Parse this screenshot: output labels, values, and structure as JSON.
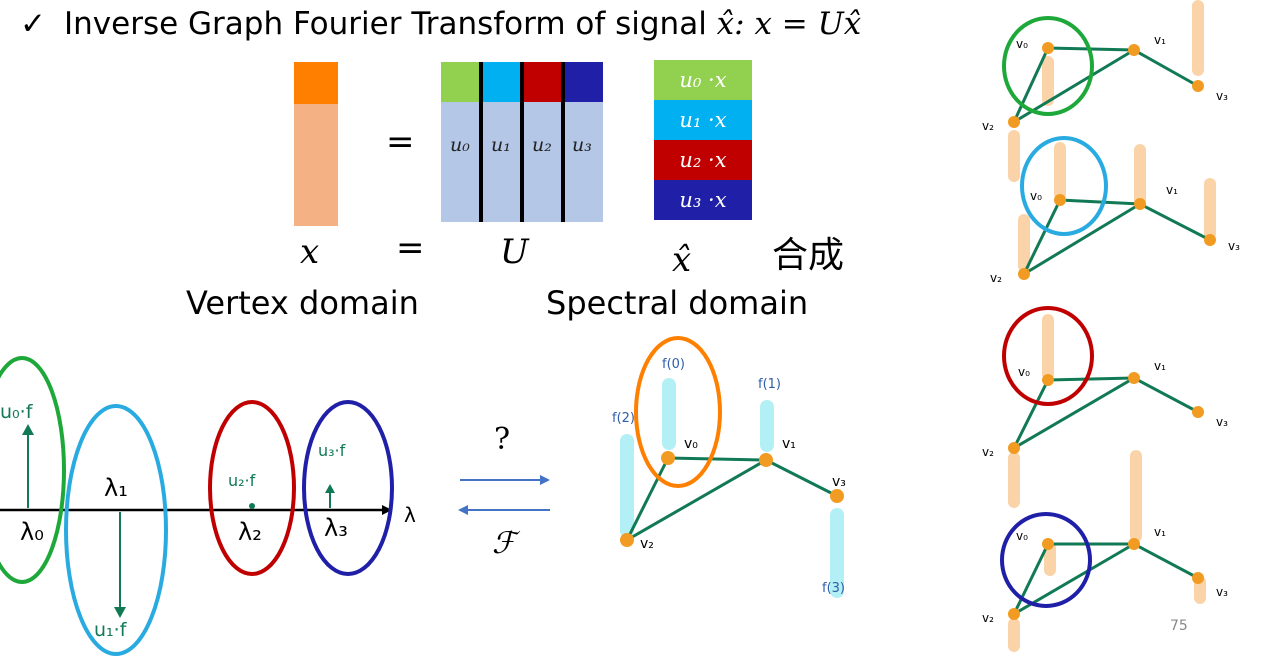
{
  "heading": {
    "check": "✓",
    "text": "Inverse Graph Fourier Transform of signal ",
    "math": "x̂: x = Ux̂"
  },
  "matrix": {
    "columns": [
      "u₀",
      "u₁",
      "u₂",
      "u₃"
    ],
    "column_colors": [
      "#92d050",
      "#00b0f0",
      "#c00000",
      "#1f1fa8"
    ],
    "products": [
      "u₀ ·x",
      "u₁ ·x",
      "u₂ ·x",
      "u₃ ·x"
    ],
    "product_colors": [
      "#92d050",
      "#00b0f0",
      "#c00000",
      "#1f1fa8"
    ]
  },
  "equation": {
    "equals_top": "=",
    "x_label": "x",
    "equals": "=",
    "U_label": "U",
    "xhat_label": "x̂",
    "synthesis": "合成"
  },
  "domains": {
    "vertex": "Vertex domain",
    "spectral": "Spectral domain"
  },
  "transform": {
    "question": "?",
    "F": "ℱ"
  },
  "spectrum": {
    "lambdas": [
      "λ₀",
      "λ₁",
      "λ₂",
      "λ₃"
    ],
    "axis_label": "λ",
    "components": [
      "u₀·f",
      "u₁·f",
      "u₂·f",
      "u₃·f"
    ]
  },
  "graph": {
    "vertices": [
      "v₀",
      "v₁",
      "v₂",
      "v₃"
    ],
    "signals": [
      "f(0)",
      "f(1)",
      "f(2)",
      "f(3)"
    ]
  },
  "page_number": "75"
}
